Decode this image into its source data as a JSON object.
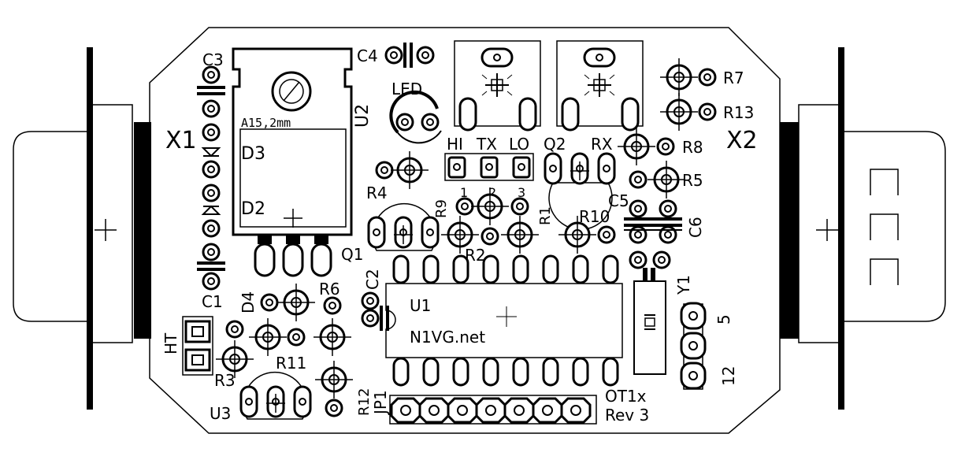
{
  "colors": {
    "ink": "#000000",
    "pad_fill": "#ffffff",
    "background": "#ffffff",
    "accent": "#000000"
  },
  "connectors": {
    "left": "X1",
    "right": "X2"
  },
  "regulator": {
    "ref": "U2",
    "note": "A15,2mm"
  },
  "trimmers": {
    "tx": "HI TX LO",
    "rx": "RX",
    "pin1": "1",
    "pin2": "2",
    "pin3": "3"
  },
  "jumper_text": {
    "hi": "HI",
    "tx": "TX",
    "lo": "LO"
  },
  "labels": {
    "c3": "C3",
    "c4": "C4",
    "c1": "C1",
    "c2": "C2",
    "c5": "C5",
    "c6": "C6",
    "d2": "D2",
    "d3": "D3",
    "d4": "D4",
    "led": "LED",
    "r1": "R1",
    "r2": "R2",
    "r3": "R3",
    "r4": "R4",
    "r5": "R5",
    "r6": "R6",
    "r7": "R7",
    "r8": "R8",
    "r9": "R9",
    "r10": "R10",
    "r11": "R11",
    "r12": "R12",
    "r13": "R13",
    "q1": "Q1",
    "q2": "Q2",
    "u1": "U1",
    "u3": "U3",
    "y1": "Y1",
    "jp1": "JP1",
    "ht": "HT",
    "pin5": "5",
    "pin12": "12"
  },
  "ic": {
    "maker": "N1VG.net"
  },
  "board": {
    "model": "OT1x",
    "revision": "Rev 3"
  }
}
